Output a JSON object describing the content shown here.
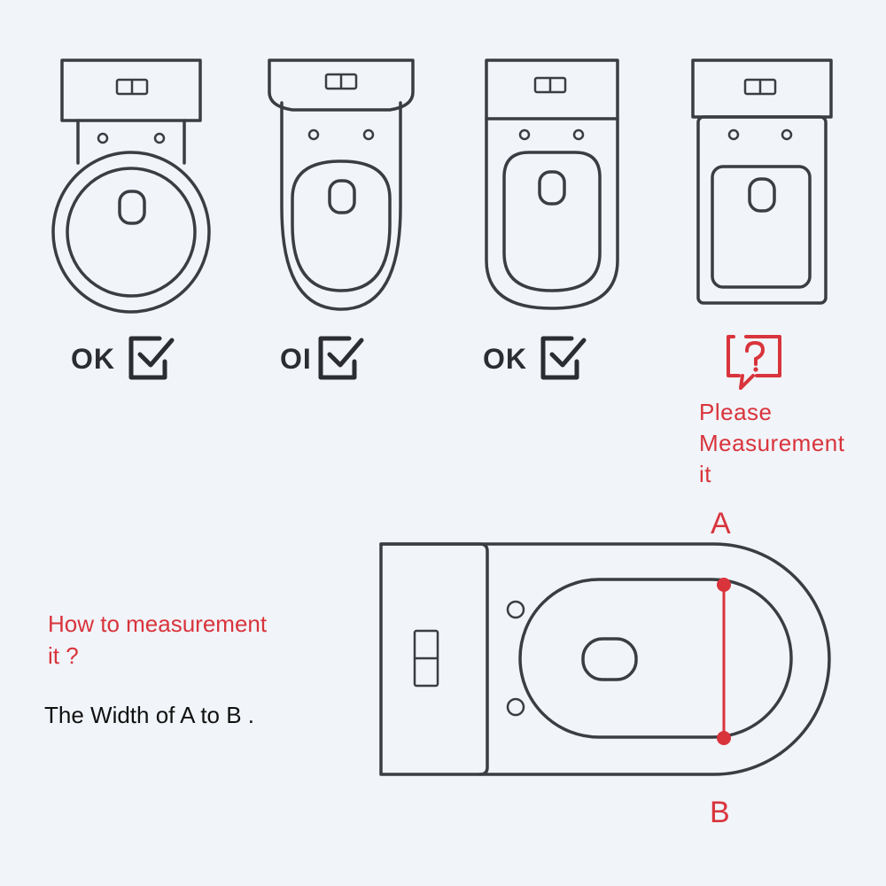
{
  "options": [
    {
      "status_text": "OK",
      "status_icon": "check-box-icon"
    },
    {
      "status_text": "OI",
      "status_icon": "check-box-icon"
    },
    {
      "status_text": "OK",
      "status_icon": "check-box-icon"
    },
    {
      "status_text": "",
      "status_icon": "question-speech-bubble-icon"
    }
  ],
  "note": {
    "line1": "Please",
    "line2": "Measurement",
    "line3": "it"
  },
  "measure": {
    "label_a": "A",
    "label_b": "B",
    "question_line1": "How to measurement",
    "question_line2": "it ?",
    "instruction": "The Width of A to B ."
  },
  "colors": {
    "accent": "#d9343c",
    "line": "#3a3d42",
    "background": "#f1f4f9"
  }
}
